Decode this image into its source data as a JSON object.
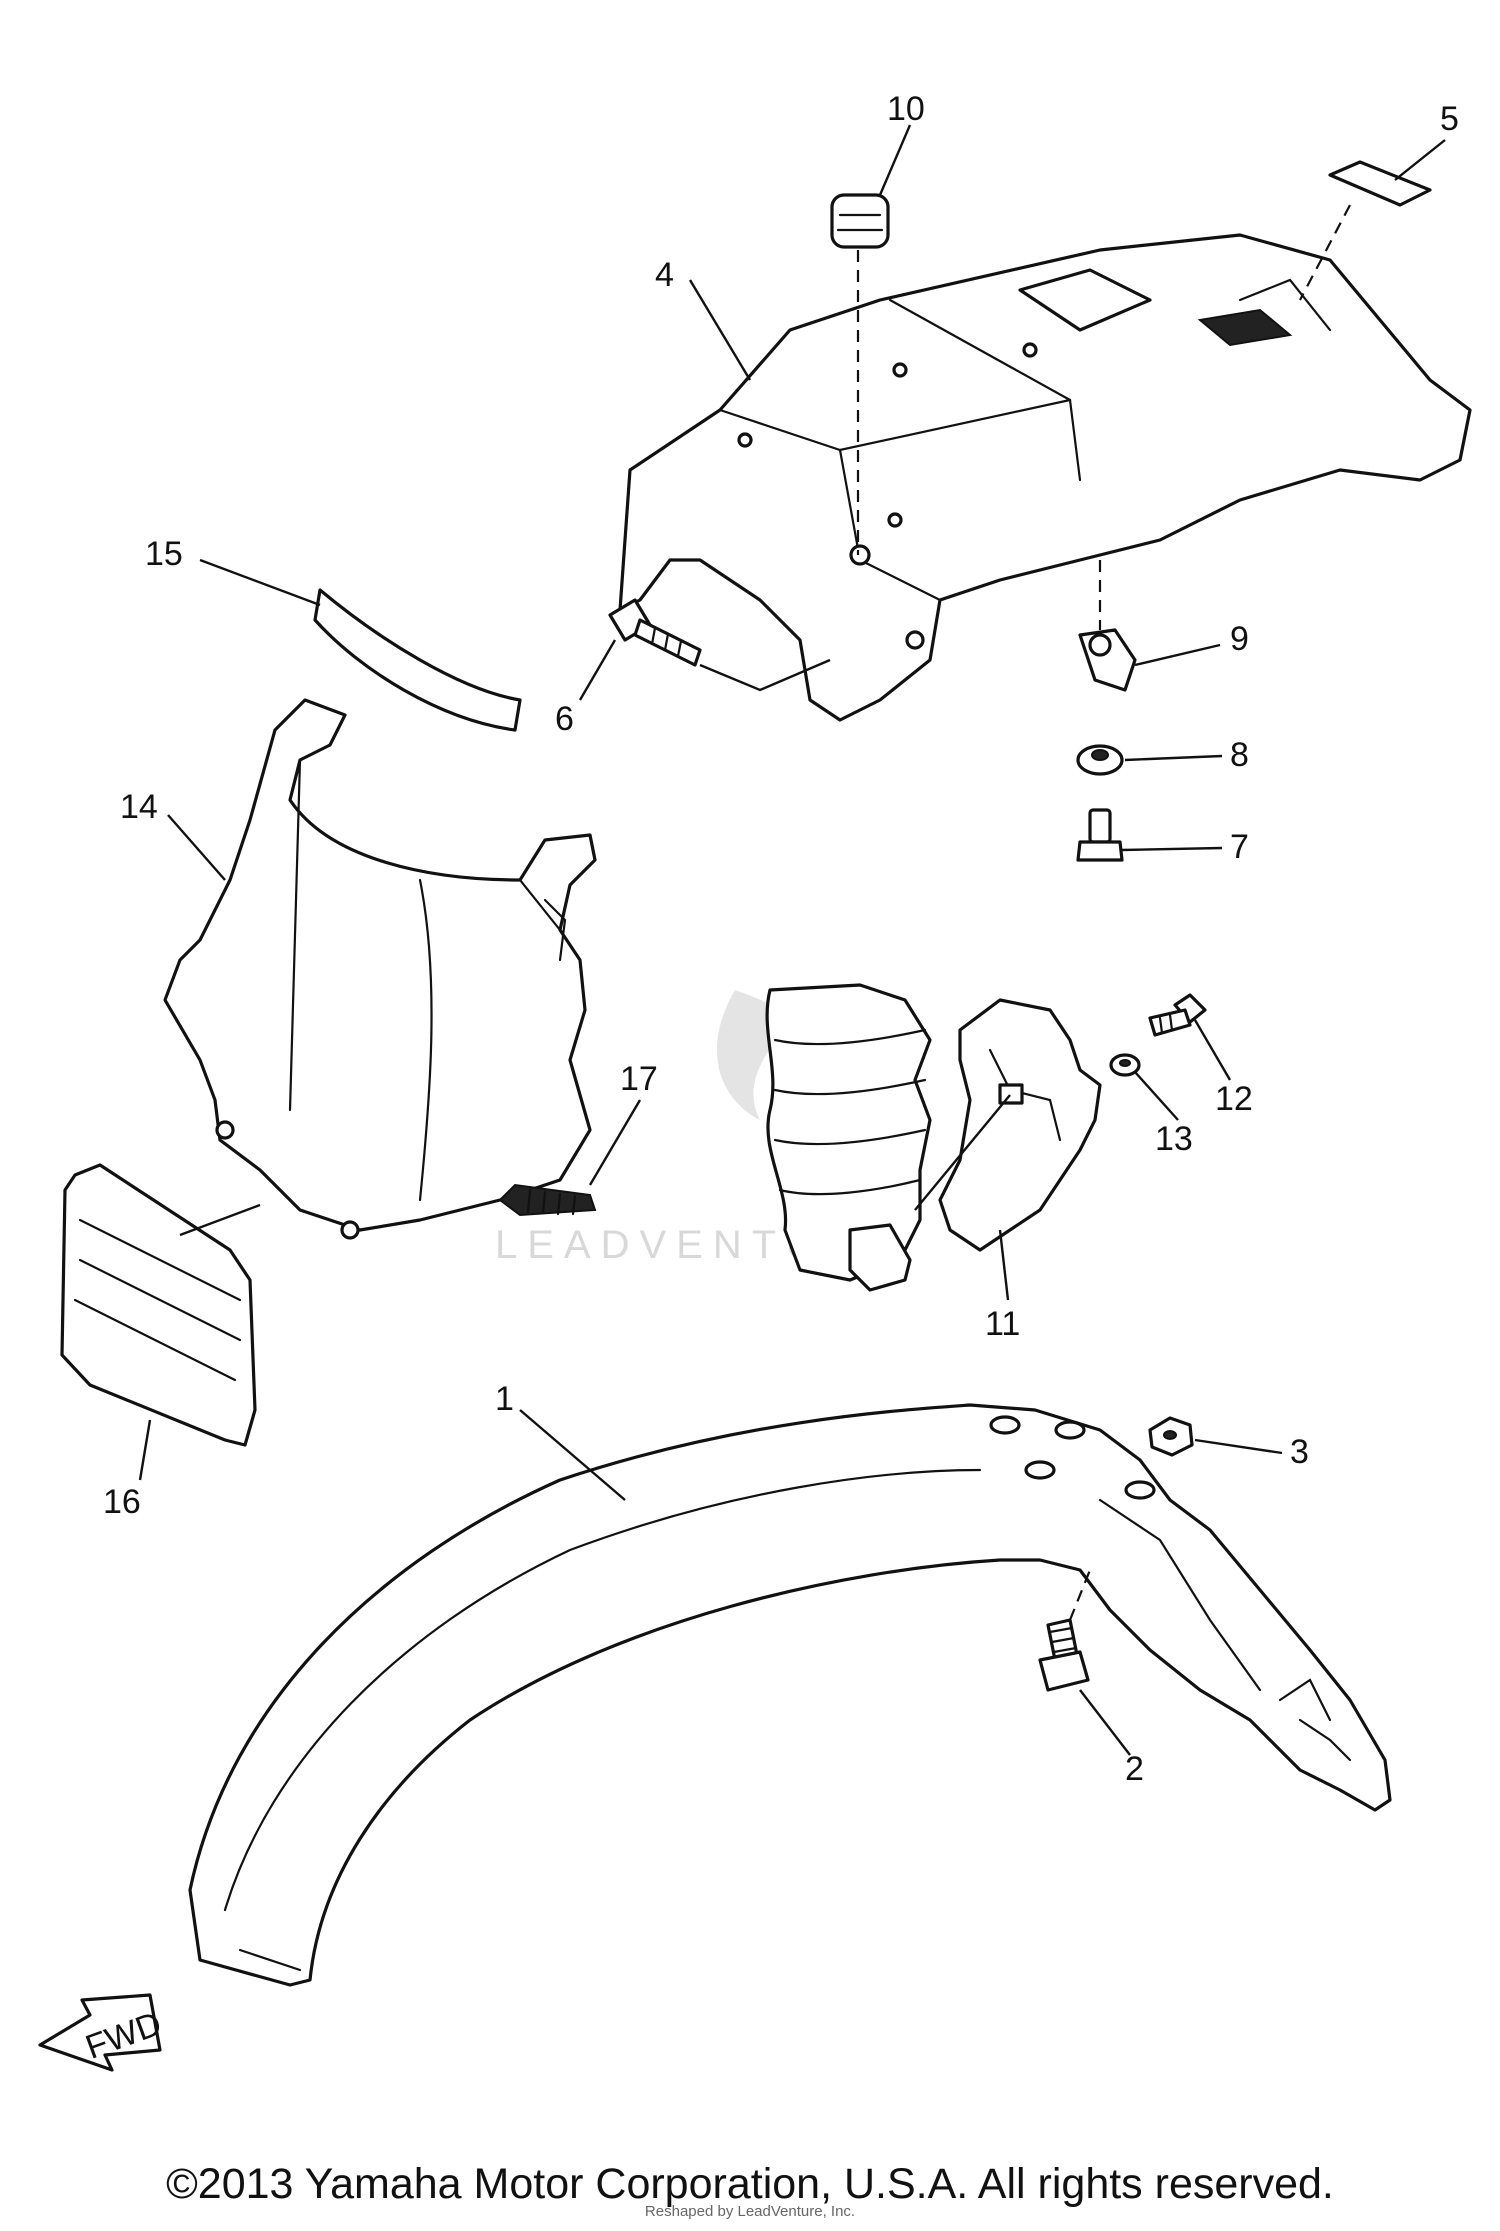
{
  "callouts": {
    "p1": "1",
    "p2": "2",
    "p3": "3",
    "p4": "4",
    "p5": "5",
    "p6": "6",
    "p7": "7",
    "p8": "8",
    "p9": "9",
    "p10": "10",
    "p11": "11",
    "p12": "12",
    "p13": "13",
    "p14": "14",
    "p15": "15",
    "p16": "16",
    "p17": "17"
  },
  "direction_arrow": "FWD",
  "watermark": "LEADVENTURE",
  "copyright": "©2013 Yamaha Motor Corporation, U.S.A. All rights reserved.",
  "reshaped_note": "Reshaped by LeadVenture, Inc."
}
